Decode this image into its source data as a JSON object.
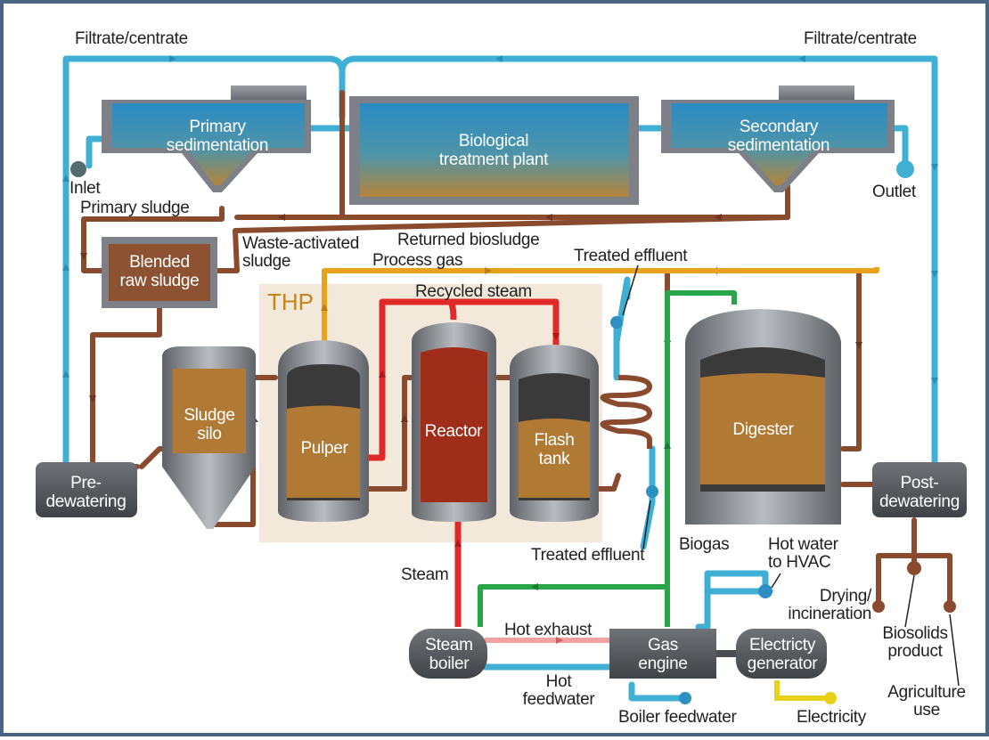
{
  "colors": {
    "filtrate_line": "#3fb0d4",
    "sludge_line": "#8a4a2e",
    "gas_line": "#e8a21c",
    "steam_line": "#e02a2a",
    "biogas_line": "#2aa64a",
    "electric_line": "#e8d21a",
    "water_blue": "#2d8fc4",
    "sludge_brown": "#b07a34",
    "reactor_red": "#9e2e1a",
    "steel_grey": "#7c7f84",
    "thp_box": "#f3e9da",
    "frame": "#4b6483"
  },
  "labels": {
    "filtrate_left": "Filtrate/centrate",
    "filtrate_right": "Filtrate/centrate",
    "inlet": "Inlet",
    "primary_sludge": "Primary sludge",
    "outlet": "Outlet",
    "waste_activated_1": "Waste-activated",
    "waste_activated_2": "sludge",
    "returned_biosludge": "Returned biosludge",
    "process_gas": "Process gas",
    "treated_effluent_top": "Treated effluent",
    "recycled_steam": "Recycled steam",
    "thp": "THP",
    "treated_effluent_bottom": "Treated effluent",
    "biogas": "Biogas",
    "hot_water_1": "Hot water",
    "hot_water_2": "to HVAC",
    "steam": "Steam",
    "drying_1": "Drying/",
    "drying_2": "incineration",
    "biosolids_1": "Biosolids",
    "biosolids_2": "product",
    "hot_exhaust": "Hot exhaust",
    "hot_feedwater_1": "Hot",
    "hot_feedwater_2": "feedwater",
    "agriculture_1": "Agriculture",
    "agriculture_2": "use",
    "boiler_feedwater": "Boiler feedwater",
    "electricity": "Electricity"
  },
  "components": {
    "primary_sed_1": "Primary",
    "primary_sed_2": "sedimentation",
    "bio_treat_1": "Biological",
    "bio_treat_2": "treatment plant",
    "secondary_sed_1": "Secondary",
    "secondary_sed_2": "sedimentation",
    "blended_1": "Blended",
    "blended_2": "raw sludge",
    "sludge_silo_1": "Sludge",
    "sludge_silo_2": "silo",
    "pulper": "Pulper",
    "reactor": "Reactor",
    "flash_1": "Flash",
    "flash_2": "tank",
    "digester": "Digester",
    "predew_1": "Pre-",
    "predew_2": "dewatering",
    "postdew_1": "Post-",
    "postdew_2": "dewatering",
    "steam_boiler_1": "Steam",
    "steam_boiler_2": "boiler",
    "gas_engine_1": "Gas",
    "gas_engine_2": "engine",
    "generator_1": "Electricty",
    "generator_2": "generator"
  }
}
